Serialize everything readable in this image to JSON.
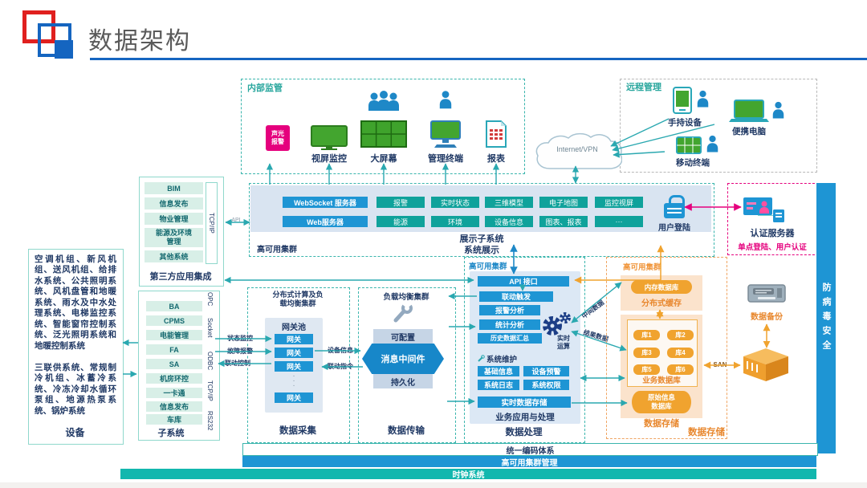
{
  "header": {
    "title": "数据架构"
  },
  "colors": {
    "teal": "#0fa29b",
    "blue": "#1e95d4",
    "pink": "#e5007d",
    "orange": "#f0a32f",
    "navy": "#1f3864",
    "arrow_teal": "#2aa8b0"
  },
  "monitor": {
    "title": "内部监管",
    "alarm": "声光\n报警",
    "items": [
      "视屏监控",
      "大屏幕",
      "管理终端",
      "报表"
    ]
  },
  "remote": {
    "title": "远程管理",
    "handheld": "手持设备",
    "laptop": "便携电脑",
    "mobile": "移动终端"
  },
  "cloud": {
    "label": "Internet/VPN"
  },
  "display": {
    "websocket": "WebSocket 服务器",
    "web": "Web服务器",
    "row1": [
      "报警",
      "实时状态",
      "三维模型",
      "电子地图",
      "监控视屏"
    ],
    "row2": [
      "能源",
      "环境",
      "设备信息",
      "图表、报表",
      "···"
    ],
    "login": "用户登陆",
    "subsystem_label": "展示子系统",
    "cluster": "高可用集群",
    "system_label": "系统展示"
  },
  "auth": {
    "server": "认证服务器",
    "note": "单点登陆、用户认证"
  },
  "antivirus": {
    "label": "防病毒安全"
  },
  "third_party": {
    "items": [
      "BIM",
      "信息发布",
      "物业管理",
      "能源及环境\n管理",
      "其他系统"
    ],
    "protocol": "TCP/IP",
    "api": "API",
    "label": "第三方应用集成"
  },
  "devices": {
    "para1": "空调机组、新风机组、送风机组、给排水系统、公共照明系统、风机盘管和地暖系统、雨水及中水处理系统、电梯监控系统、智能窗帘控制系统、泛光照明系统和地暖控制系统",
    "para2": "三联供系统、常规制冷机组、冰蓄冷系统、冷冻冷却水循环泵组、地源热泵系统、锅炉系统",
    "label": "设备"
  },
  "subsys": {
    "items": [
      "BA",
      "CPMS",
      "电能管理",
      "FA",
      "SA",
      "机房环控",
      "一卡通",
      "信息发布",
      "车库"
    ],
    "protocols": [
      "OPC",
      "Socket",
      "ODBC",
      "TCP/IP",
      "RS232"
    ],
    "label": "子系统"
  },
  "collect": {
    "title": "分布式计算及负\n载均衡集群",
    "pool": "网关池",
    "gw": "网关",
    "dots": "·\n·\n·",
    "label": "数据采集",
    "status": "状态监控",
    "fault": "故障报警",
    "link_ctrl": "联动控制",
    "dev_info": "设备信息",
    "link_cmd": "联动指令"
  },
  "transmit": {
    "title": "负载均衡集群",
    "configurable": "可配置",
    "middleware": "消息中间件",
    "persist": "持久化",
    "label": "数据传输"
  },
  "process": {
    "cluster": "高可用集群",
    "api": "API 接口",
    "b1": "联动触发",
    "b2": "报警分析",
    "b3": "统计分析",
    "b4": "历史数据汇总",
    "realtime": "实时\n运算",
    "maint": "系统维护",
    "m1": "基础信息",
    "m2": "设备预警",
    "m3": "系统日志",
    "m4": "系统权限",
    "store": "实时数据存储",
    "app": "业务应用与处理",
    "label": "数据处理",
    "mid": "中间数据",
    "result": "结果数据"
  },
  "storage": {
    "cluster": "高可用集群",
    "memdb": "内存数据库",
    "cache": "分布式缓存",
    "dbs": [
      "库1",
      "库2",
      "库3",
      "库4",
      "库5",
      "库6"
    ],
    "bizdb": "业务数据库",
    "raw": "原始信息\n数据库",
    "inner_label": "数据存储",
    "label": "数据存储",
    "san": "SAN",
    "backup": "数据备份"
  },
  "bars": {
    "b1": "统一编码体系",
    "b2": "高可用集群管理",
    "b3": "时钟系统"
  }
}
